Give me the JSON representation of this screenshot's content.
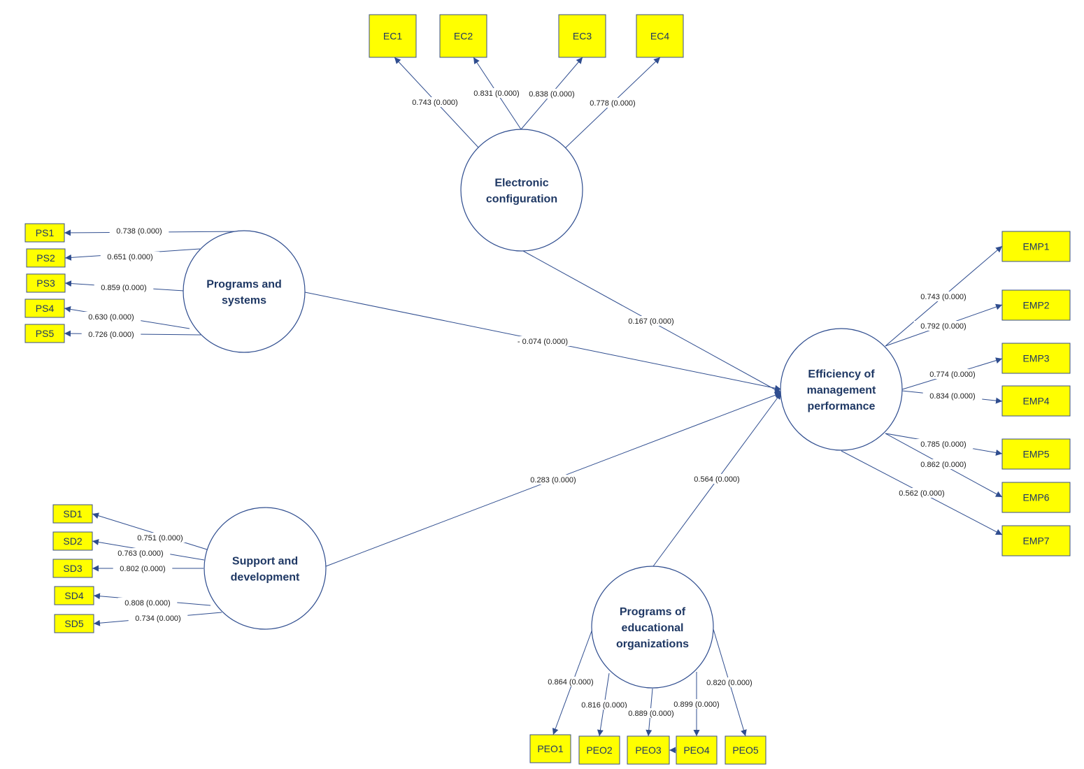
{
  "latents": [
    {
      "id": "EC",
      "lines": [
        "Electronic",
        "configuration"
      ]
    },
    {
      "id": "PS",
      "lines": [
        "Programs and",
        "systems"
      ]
    },
    {
      "id": "SD",
      "lines": [
        "Support and",
        "development"
      ]
    },
    {
      "id": "PEO",
      "lines": [
        "Programs of",
        "educational",
        "organizations"
      ]
    },
    {
      "id": "EMP",
      "lines": [
        "Efficiency of",
        "management",
        "performance"
      ]
    }
  ],
  "indicators": [
    {
      "id": "EC1",
      "label": "EC1"
    },
    {
      "id": "EC2",
      "label": "EC2"
    },
    {
      "id": "EC3",
      "label": "EC3"
    },
    {
      "id": "EC4",
      "label": "EC4"
    },
    {
      "id": "PS1",
      "label": "PS1"
    },
    {
      "id": "PS2",
      "label": "PS2"
    },
    {
      "id": "PS3",
      "label": "PS3"
    },
    {
      "id": "PS4",
      "label": "PS4"
    },
    {
      "id": "PS5",
      "label": "PS5"
    },
    {
      "id": "SD1",
      "label": "SD1"
    },
    {
      "id": "SD2",
      "label": "SD2"
    },
    {
      "id": "SD3",
      "label": "SD3"
    },
    {
      "id": "SD4",
      "label": "SD4"
    },
    {
      "id": "SD5",
      "label": "SD5"
    },
    {
      "id": "PEO1",
      "label": "PEO1"
    },
    {
      "id": "PEO2",
      "label": "PEO2"
    },
    {
      "id": "PEO3",
      "label": "PEO3"
    },
    {
      "id": "PEO4",
      "label": "PEO4"
    },
    {
      "id": "PEO5",
      "label": "PEO5"
    },
    {
      "id": "EMP1",
      "label": "EMP1"
    },
    {
      "id": "EMP2",
      "label": "EMP2"
    },
    {
      "id": "EMP3",
      "label": "EMP3"
    },
    {
      "id": "EMP4",
      "label": "EMP4"
    },
    {
      "id": "EMP5",
      "label": "EMP5"
    },
    {
      "id": "EMP6",
      "label": "EMP6"
    },
    {
      "id": "EMP7",
      "label": "EMP7"
    }
  ],
  "loadings": [
    {
      "from": "EC",
      "to": "EC1",
      "label": "0.743 (0.000)"
    },
    {
      "from": "EC",
      "to": "EC2",
      "label": "0.831 (0.000)"
    },
    {
      "from": "EC",
      "to": "EC3",
      "label": "0.838 (0.000)"
    },
    {
      "from": "EC",
      "to": "EC4",
      "label": "0.778 (0.000)"
    },
    {
      "from": "PS",
      "to": "PS1",
      "label": "0.738 (0.000)"
    },
    {
      "from": "PS",
      "to": "PS2",
      "label": "0.651 (0.000)"
    },
    {
      "from": "PS",
      "to": "PS3",
      "label": "0.859 (0.000)"
    },
    {
      "from": "PS",
      "to": "PS4",
      "label": "0.630 (0.000)"
    },
    {
      "from": "PS",
      "to": "PS5",
      "label": "0.726 (0.000)"
    },
    {
      "from": "SD",
      "to": "SD1",
      "label": "0.751 (0.000)"
    },
    {
      "from": "SD",
      "to": "SD2",
      "label": "0.763 (0.000)"
    },
    {
      "from": "SD",
      "to": "SD3",
      "label": "0.802 (0.000)"
    },
    {
      "from": "SD",
      "to": "SD4",
      "label": "0.808 (0.000)"
    },
    {
      "from": "SD",
      "to": "SD5",
      "label": "0.734 (0.000)"
    },
    {
      "from": "PEO",
      "to": "PEO1",
      "label": "0.864 (0.000)"
    },
    {
      "from": "PEO",
      "to": "PEO2",
      "label": "0.816 (0.000)"
    },
    {
      "from": "PEO",
      "to": "PEO3",
      "label": "0.889 (0.000)"
    },
    {
      "from": "PEO",
      "to": "PEO4",
      "label": "0.899 (0.000)"
    },
    {
      "from": "PEO",
      "to": "PEO5",
      "label": "0.820 (0.000)"
    },
    {
      "from": "EMP",
      "to": "EMP1",
      "label": "0.743 (0.000)"
    },
    {
      "from": "EMP",
      "to": "EMP2",
      "label": "0.792 (0.000)"
    },
    {
      "from": "EMP",
      "to": "EMP3",
      "label": "0.774 (0.000)"
    },
    {
      "from": "EMP",
      "to": "EMP4",
      "label": "0.834 (0.000)"
    },
    {
      "from": "EMP",
      "to": "EMP5",
      "label": "0.785 (0.000)"
    },
    {
      "from": "EMP",
      "to": "EMP6",
      "label": "0.862 (0.000)"
    },
    {
      "from": "EMP",
      "to": "EMP7",
      "label": "0.562 (0.000)"
    }
  ],
  "paths": [
    {
      "from": "EC",
      "to": "EMP",
      "label": "0.167 (0.000)"
    },
    {
      "from": "PS",
      "to": "EMP",
      "label": "- 0.074 (0.000)"
    },
    {
      "from": "SD",
      "to": "EMP",
      "label": "0.283 (0.000)"
    },
    {
      "from": "PEO",
      "to": "EMP",
      "label": "0.564 (0.000)"
    }
  ],
  "colors": {
    "indicator_fill": "#ffff00",
    "line": "#2f4d8f",
    "text": "#1f3864"
  }
}
